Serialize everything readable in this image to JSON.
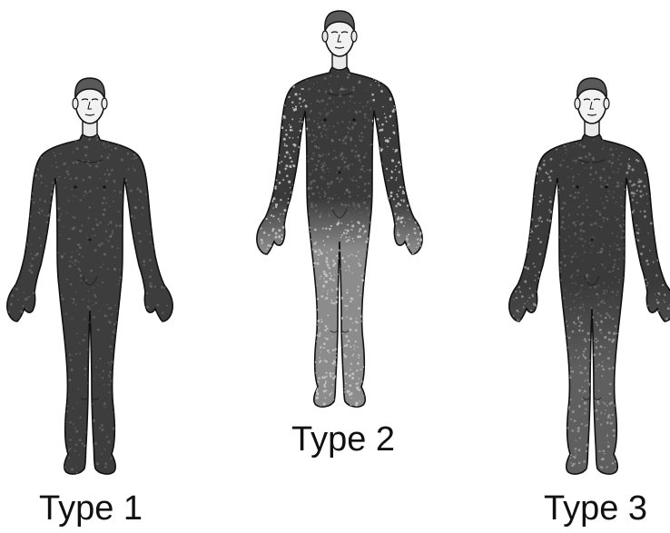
{
  "figures": [
    {
      "label": "Type 1",
      "head_color": "#595959",
      "body_color": "#3d3d3d",
      "dark_color": "#353535",
      "speckle_color": "#7a7a7a"
    },
    {
      "label": "Type 2",
      "head_color": "#595959",
      "body_color": "#8c8c8c",
      "dark_color": "#3a3a3a",
      "speckle_color": "#c8c8c8"
    },
    {
      "label": "Type 3",
      "head_color": "#595959",
      "body_color": "#5f5f5f",
      "dark_color": "#3a3a3a",
      "speckle_color": "#a8a8a8"
    }
  ]
}
